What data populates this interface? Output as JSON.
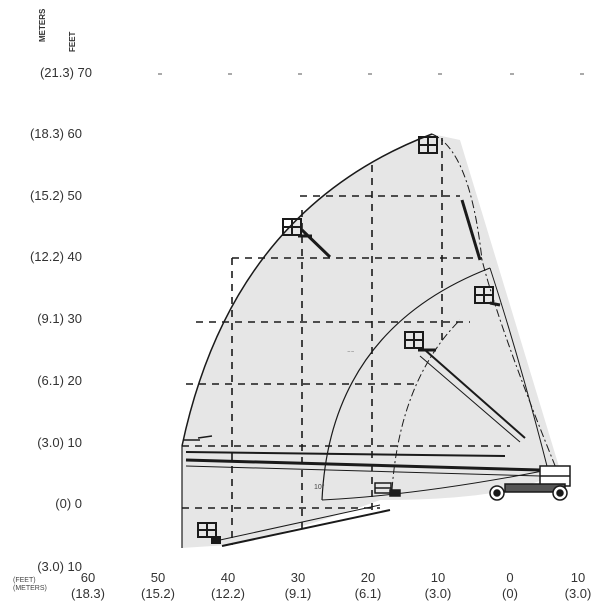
{
  "axis_titles": {
    "meters": "METERS",
    "feet": "FEET"
  },
  "x_unit_labels": {
    "feet": "(FEET)",
    "meters": "(METERS)"
  },
  "y_ticks": [
    {
      "label": "(21.3) 70"
    },
    {
      "label": "(18.3) 60"
    },
    {
      "label": "(15.2) 50"
    },
    {
      "label": "(12.2) 40"
    },
    {
      "label": "(9.1) 30"
    },
    {
      "label": "(6.1) 20"
    },
    {
      "label": "(3.0) 10"
    },
    {
      "label": "(0) 0"
    },
    {
      "label": "(3.0) 10"
    }
  ],
  "x_ticks": [
    {
      "feet": "60",
      "meters": "(18.3)"
    },
    {
      "feet": "50",
      "meters": "(15.2)"
    },
    {
      "feet": "40",
      "meters": "(12.2)"
    },
    {
      "feet": "30",
      "meters": "(9.1)"
    },
    {
      "feet": "20",
      "meters": "(6.1)"
    },
    {
      "feet": "10",
      "meters": "(3.0)"
    },
    {
      "feet": "0",
      "meters": "(0)"
    },
    {
      "feet": "10",
      "meters": "(3.0)"
    }
  ],
  "annotations": {
    "angle": "10°"
  },
  "colors": {
    "envelope_fill": "#e6e6e6",
    "line": "#1a1a1a",
    "text": "#333333"
  }
}
